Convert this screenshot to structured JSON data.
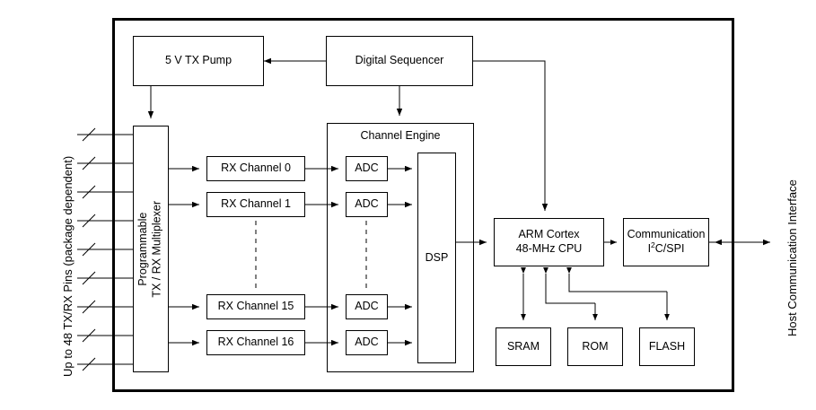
{
  "diagram": {
    "title_present": false,
    "outer_label_left": "Up to 48 TX/RX Pins (package dependent)",
    "outer_label_right": "Host Communication Interface",
    "colors": {
      "line": "#000000",
      "box_fill": "#ffffff",
      "chip_border": "#000000"
    },
    "blocks": {
      "tx_pump": "5 V TX Pump",
      "digital_sequencer": "Digital Sequencer",
      "multiplexer_line1": "Programmable",
      "multiplexer_line2": "TX / RX Multiplexer",
      "channel_engine": "Channel Engine",
      "dsp": "DSP",
      "cpu_line1": "ARM Cortex",
      "cpu_line2": "48-MHz CPU",
      "comm_line1": "Communication",
      "comm_line2_pre": "I",
      "comm_line2_sup": "2",
      "comm_line2_post": "C/SPI",
      "sram": "SRAM",
      "rom": "ROM",
      "flash": "FLASH"
    },
    "rx_channels": [
      {
        "label": "RX Channel 0"
      },
      {
        "label": "RX Channel 1"
      },
      {
        "label": "RX Channel 15"
      },
      {
        "label": "RX Channel 16"
      }
    ],
    "adcs": [
      {
        "label": "ADC"
      },
      {
        "label": "ADC"
      },
      {
        "label": "ADC"
      },
      {
        "label": "ADC"
      }
    ],
    "pin_count_visible": 9,
    "icons": {
      "pin_slash": "pin-slash-icon",
      "arrow": "arrow-head-icon",
      "ellipsis_dashed": "vertical-dashed-ellipsis-icon"
    }
  }
}
